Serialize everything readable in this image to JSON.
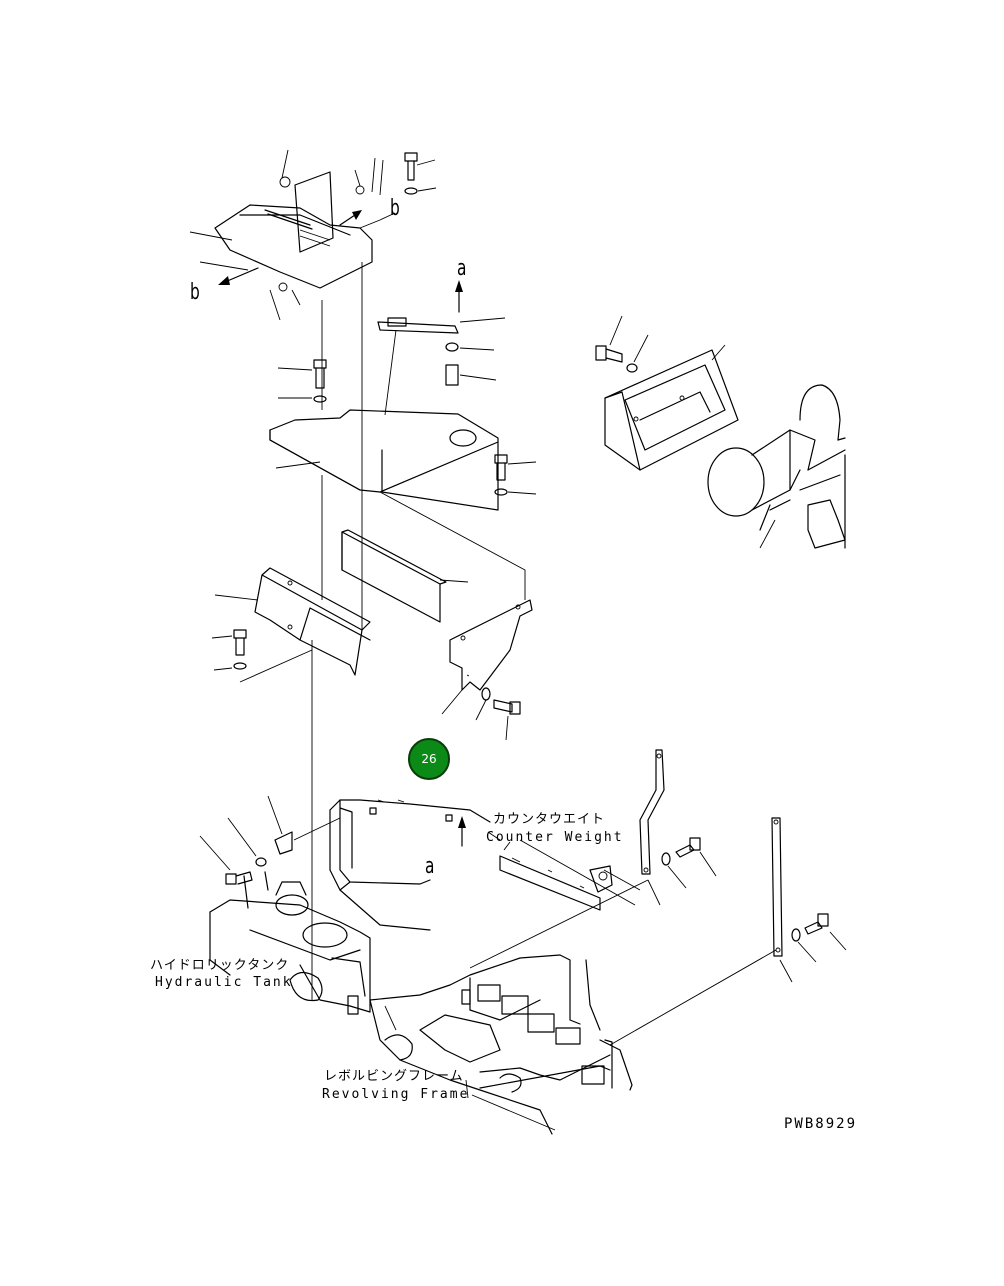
{
  "labels": {
    "counterweight_jp": "カウンタウエイト",
    "counterweight_en": "Counter Weight",
    "hydraulic_tank_jp": "ハイドロリックタンク",
    "hydraulic_tank_en": "Hydraulic Tank",
    "revolving_frame_jp": "レボルビングフレーム",
    "revolving_frame_en": "Revolving Frame"
  },
  "reference_letters": {
    "a_top": "a",
    "a_bottom": "a",
    "b_left": "b",
    "b_right": "b"
  },
  "drawing_code": "PWB8929",
  "callout": {
    "number": "26",
    "color": "#0b8a17"
  }
}
